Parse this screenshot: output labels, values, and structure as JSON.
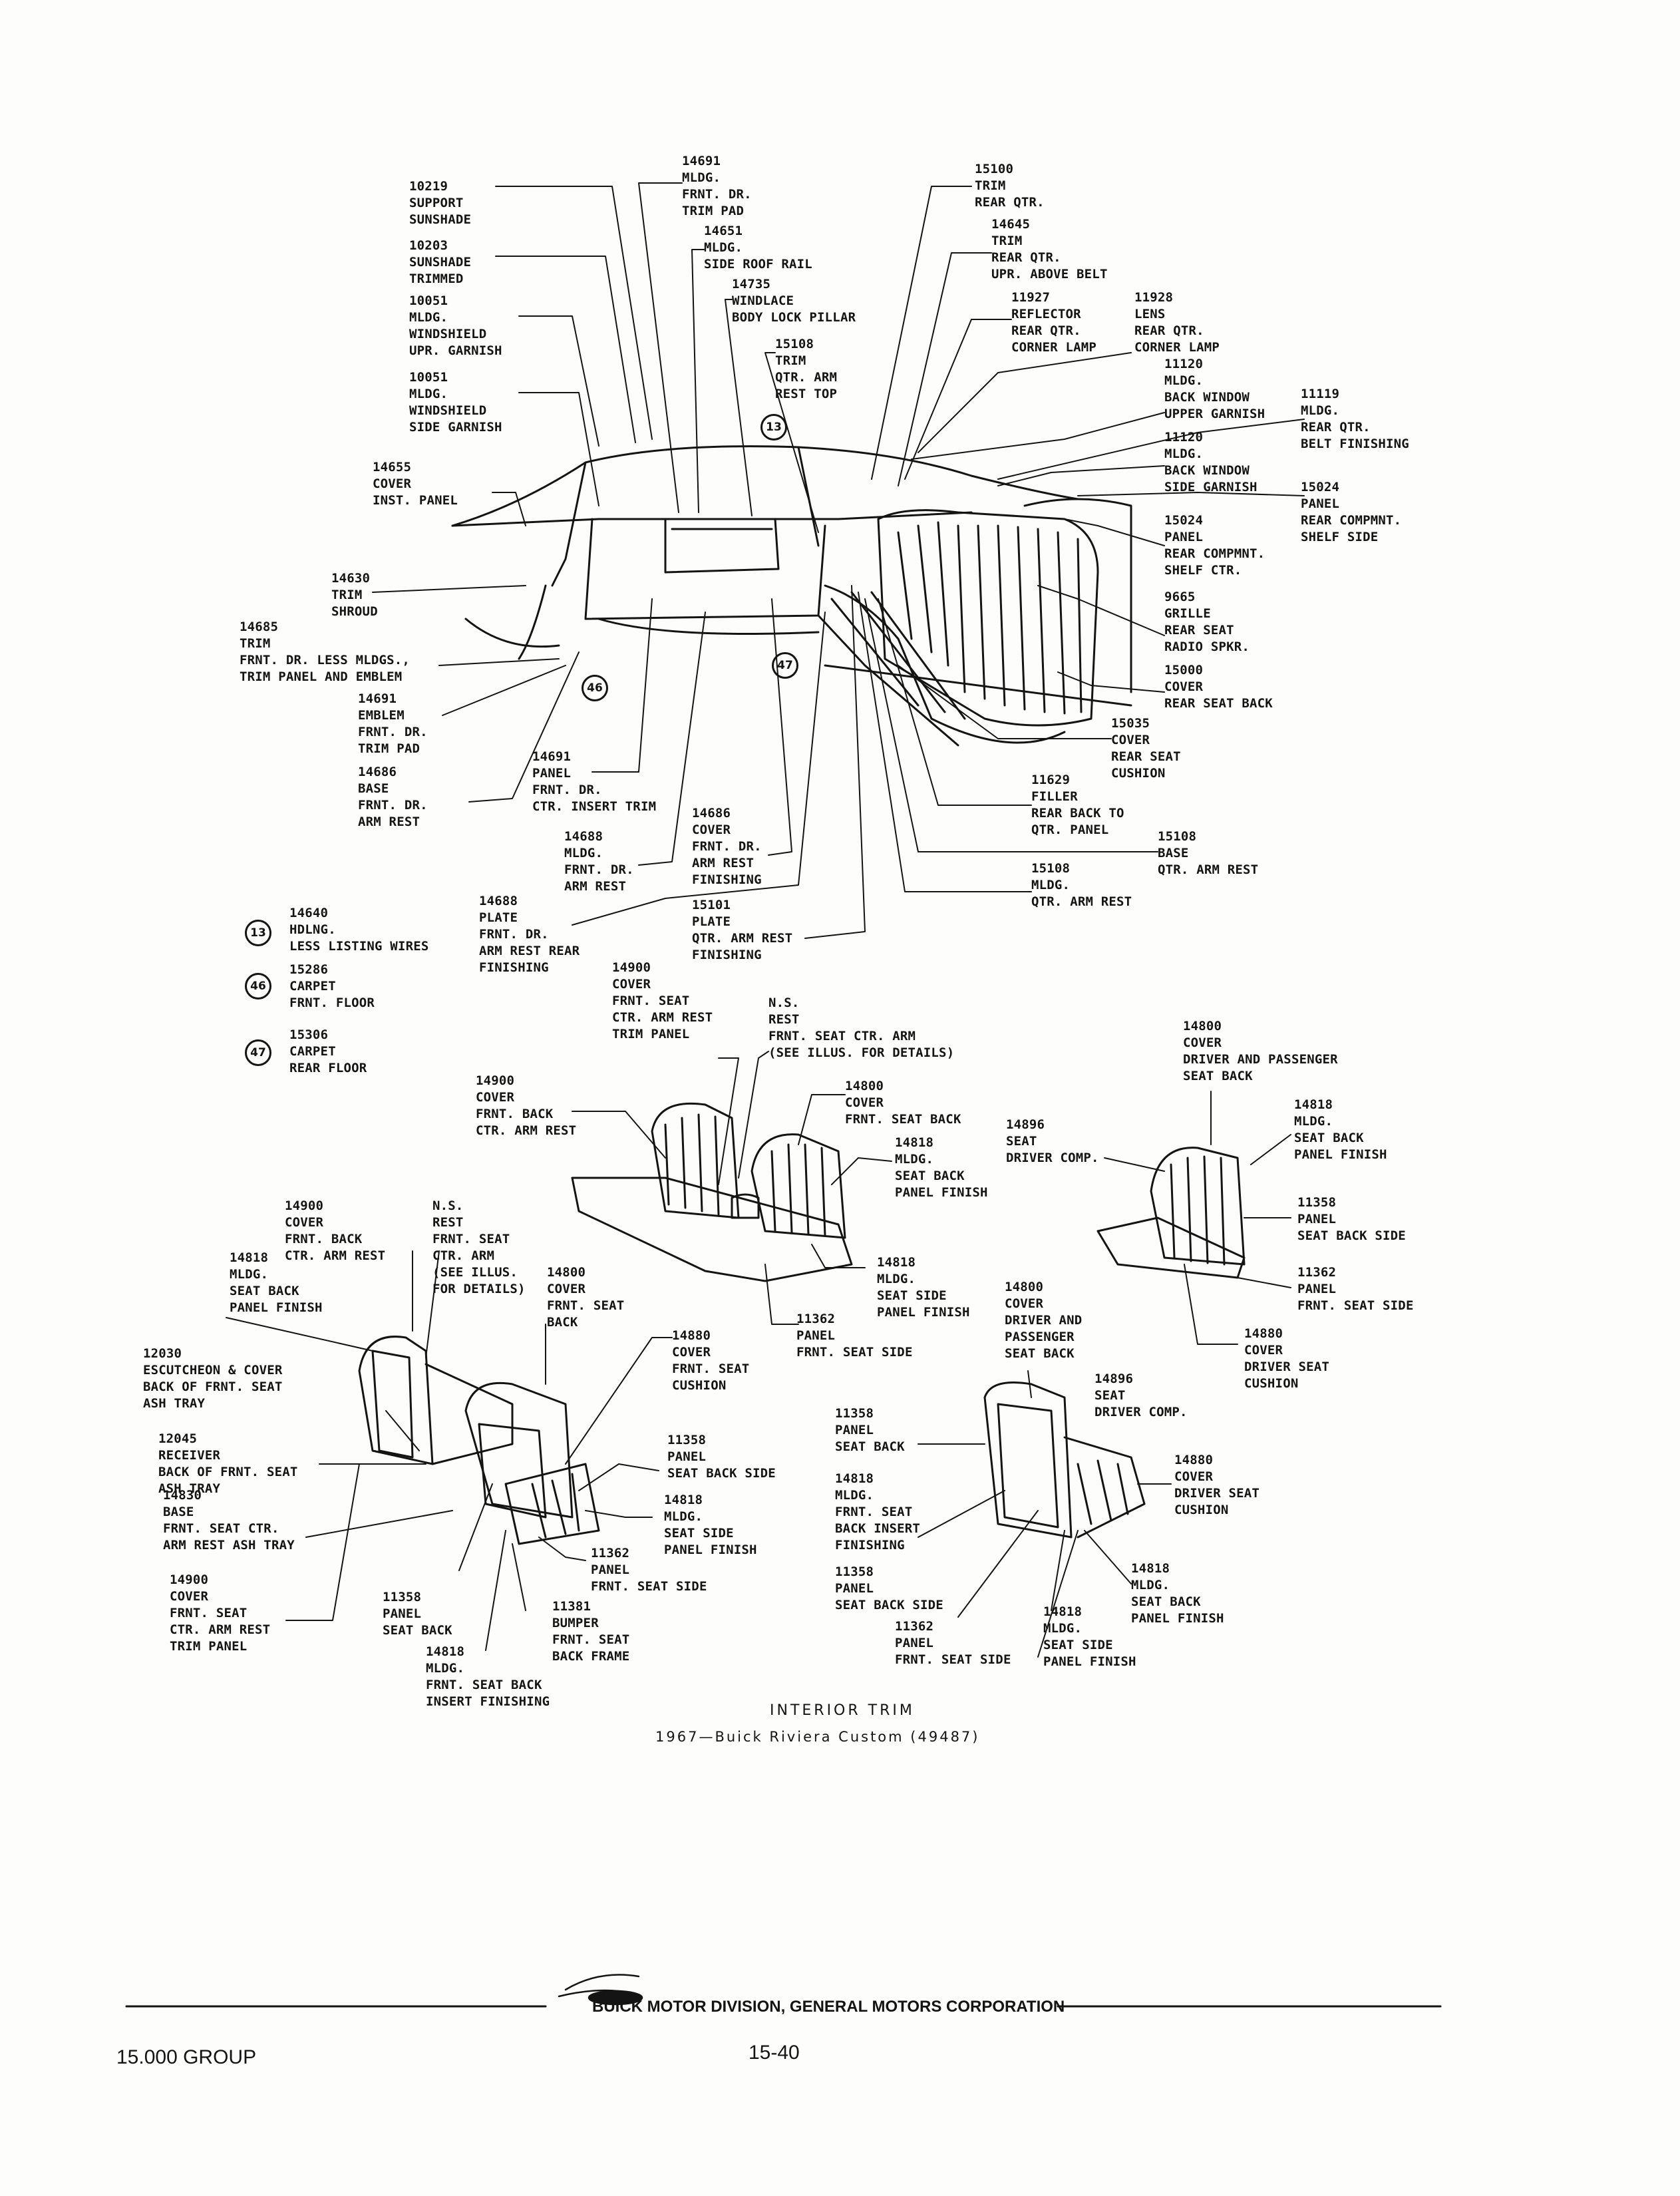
{
  "labels": [
    {
      "id": "c10219",
      "text": "10219\nSUPPORT\nSUNSHADE"
    },
    {
      "id": "c10203",
      "text": "10203\nSUNSHADE\nTRIMMED"
    },
    {
      "id": "c10051a",
      "text": "10051\nMLDG.\nWINDSHIELD\nUPR. GARNISH"
    },
    {
      "id": "c10051b",
      "text": "10051\nMLDG.\nWINDSHIELD\nSIDE GARNISH"
    },
    {
      "id": "c14655",
      "text": "14655\nCOVER\nINST. PANEL"
    },
    {
      "id": "c14691a",
      "text": "14691\nMLDG.\nFRNT. DR.\nTRIM PAD"
    },
    {
      "id": "c14651",
      "text": "14651\nMLDG.\nSIDE ROOF RAIL"
    },
    {
      "id": "c14735",
      "text": "14735\nWINDLACE\nBODY LOCK PILLAR"
    },
    {
      "id": "c15108a",
      "text": "15108\nTRIM\nQTR. ARM\nREST TOP"
    },
    {
      "id": "c15100",
      "text": "15100\nTRIM\nREAR QTR."
    },
    {
      "id": "c14645",
      "text": "14645\nTRIM\nREAR QTR.\nUPR. ABOVE BELT"
    },
    {
      "id": "c11927",
      "text": "11927\nREFLECTOR\nREAR QTR.\nCORNER LAMP"
    },
    {
      "id": "c11928",
      "text": "11928\nLENS\nREAR QTR.\nCORNER LAMP"
    },
    {
      "id": "c11120a",
      "text": "11120\nMLDG.\nBACK WINDOW\nUPPER GARNISH"
    },
    {
      "id": "c11119",
      "text": "11119\nMLDG.\nREAR QTR.\nBELT FINISHING"
    },
    {
      "id": "c11120b",
      "text": "11120\nMLDG.\nBACK WINDOW\nSIDE GARNISH"
    },
    {
      "id": "c15024a",
      "text": "15024\nPANEL\nREAR COMPMNT.\nSHELF SIDE"
    },
    {
      "id": "c15024b",
      "text": "15024\nPANEL\nREAR COMPMNT.\nSHELF CTR."
    },
    {
      "id": "c9665",
      "text": "9665\nGRILLE\nREAR SEAT\nRADIO SPKR."
    },
    {
      "id": "c15000",
      "text": "15000\nCOVER\nREAR SEAT BACK"
    },
    {
      "id": "c15035",
      "text": "15035\nCOVER\nREAR SEAT\nCUSHION"
    },
    {
      "id": "c11629",
      "text": "11629\nFILLER\nREAR BACK TO\nQTR. PANEL"
    },
    {
      "id": "c15108b",
      "text": "15108\nBASE\nQTR. ARM REST"
    },
    {
      "id": "c15108c",
      "text": "15108\nMLDG.\nQTR. ARM REST"
    },
    {
      "id": "c14630",
      "text": "14630\nTRIM\nSHROUD"
    },
    {
      "id": "c14685",
      "text": "14685\nTRIM\nFRNT. DR. LESS MLDGS.,\nTRIM PANEL AND EMBLEM"
    },
    {
      "id": "c14691b",
      "text": "14691\nEMBLEM\nFRNT. DR.\nTRIM PAD"
    },
    {
      "id": "c14686a",
      "text": "14686\nBASE\nFRNT. DR.\nARM REST"
    },
    {
      "id": "c14691c",
      "text": "14691\nPANEL\nFRNT. DR.\nCTR. INSERT TRIM"
    },
    {
      "id": "c14688a",
      "text": "14688\nMLDG.\nFRNT. DR.\nARM REST"
    },
    {
      "id": "c14686b",
      "text": "14686\nCOVER\nFRNT. DR.\nARM REST\nFINISHING"
    },
    {
      "id": "c14688b",
      "text": "14688\nPLATE\nFRNT. DR.\nARM REST REAR\nFINISHING"
    },
    {
      "id": "c15101",
      "text": "15101\nPLATE\nQTR. ARM REST\nFINISHING"
    },
    {
      "id": "c14640",
      "text": "14640\nHDLNG.\nLESS LISTING WIRES"
    },
    {
      "id": "c15286",
      "text": "15286\nCARPET\nFRNT. FLOOR"
    },
    {
      "id": "c15306",
      "text": "15306\nCARPET\nREAR FLOOR"
    },
    {
      "id": "c14900a",
      "text": "14900\nCOVER\nFRNT. SEAT\nCTR. ARM REST\nTRIM PANEL"
    },
    {
      "id": "cns1",
      "text": "N.S.\nREST\nFRNT. SEAT CTR. ARM\n(SEE ILLUS. FOR DETAILS)"
    },
    {
      "id": "c14800a",
      "text": "14800\nCOVER\nDRIVER AND PASSENGER\nSEAT BACK"
    },
    {
      "id": "c14900b",
      "text": "14900\nCOVER\nFRNT. BACK\nCTR. ARM REST"
    },
    {
      "id": "c14800b",
      "text": "14800\nCOVER\nFRNT. SEAT BACK"
    },
    {
      "id": "c14818a",
      "text": "14818\nMLDG.\nSEAT BACK\nPANEL FINISH"
    },
    {
      "id": "c14896a",
      "text": "14896\nSEAT\nDRIVER COMP."
    },
    {
      "id": "c14818b",
      "text": "14818\nMLDG.\nSEAT BACK\nPANEL FINISH"
    },
    {
      "id": "c11358a",
      "text": "11358\nPANEL\nSEAT BACK SIDE"
    },
    {
      "id": "c11362a",
      "text": "11362\nPANEL\nFRNT. SEAT SIDE"
    },
    {
      "id": "c14880a",
      "text": "14880\nCOVER\nDRIVER SEAT\nCUSHION"
    },
    {
      "id": "c14900c",
      "text": "14900\nCOVER\nFRNT. BACK\nCTR. ARM REST"
    },
    {
      "id": "cns2",
      "text": "N.S.\nREST\nFRNT. SEAT\nCTR. ARM\n(SEE ILLUS.\nFOR DETAILS)"
    },
    {
      "id": "c14818c",
      "text": "14818\nMLDG.\nSEAT BACK\nPANEL FINISH"
    },
    {
      "id": "c14800c",
      "text": "14800\nCOVER\nFRNT. SEAT\nBACK"
    },
    {
      "id": "c14818d",
      "text": "14818\nMLDG.\nSEAT SIDE\nPANEL FINISH"
    },
    {
      "id": "c14800d",
      "text": "14800\nCOVER\nDRIVER AND\nPASSENGER\nSEAT BACK"
    },
    {
      "id": "c11362b",
      "text": "11362\nPANEL\nFRNT. SEAT SIDE"
    },
    {
      "id": "c14880b",
      "text": "14880\nCOVER\nFRNT. SEAT\nCUSHION"
    },
    {
      "id": "c12030",
      "text": "12030\nESCUTCHEON & COVER\nBACK OF FRNT. SEAT\nASH TRAY"
    },
    {
      "id": "c12045",
      "text": "12045\nRECEIVER\nBACK OF FRNT. SEAT\nASH TRAY"
    },
    {
      "id": "c14830",
      "text": "14830\nBASE\nFRNT. SEAT CTR.\nARM REST ASH TRAY"
    },
    {
      "id": "c14900d",
      "text": "14900\nCOVER\nFRNT. SEAT\nCTR. ARM REST\nTRIM PANEL"
    },
    {
      "id": "c11358b",
      "text": "11358\nPANEL\nSEAT BACK"
    },
    {
      "id": "c14818e",
      "text": "14818\nMLDG.\nFRNT. SEAT BACK\nINSERT FINISHING"
    },
    {
      "id": "c11381",
      "text": "11381\nBUMPER\nFRNT. SEAT\nBACK FRAME"
    },
    {
      "id": "c11362c",
      "text": "11362\nPANEL\nFRNT. SEAT SIDE"
    },
    {
      "id": "c14818f",
      "text": "14818\nMLDG.\nSEAT SIDE\nPANEL FINISH"
    },
    {
      "id": "c11358c",
      "text": "11358\nPANEL\nSEAT BACK SIDE"
    },
    {
      "id": "c14896b",
      "text": "14896\nSEAT\nDRIVER COMP."
    },
    {
      "id": "c11358d",
      "text": "11358\nPANEL\nSEAT BACK"
    },
    {
      "id": "c14880c",
      "text": "14880\nCOVER\nDRIVER SEAT\nCUSHION"
    },
    {
      "id": "c14818g",
      "text": "14818\nMLDG.\nFRNT. SEAT\nBACK INSERT\nFINISHING"
    },
    {
      "id": "c11358e",
      "text": "11358\nPANEL\nSEAT BACK SIDE"
    },
    {
      "id": "c14818h",
      "text": "14818\nMLDG.\nSEAT BACK\nPANEL FINISH"
    },
    {
      "id": "c11362d",
      "text": "11362\nPANEL\nFRNT. SEAT SIDE"
    },
    {
      "id": "c14818i",
      "text": "14818\nMLDG.\nSEAT SIDE\nPANEL FINISH"
    }
  ],
  "refs": {
    "r13a": "13",
    "r13b": "13",
    "r46a": "46",
    "r46b": "46",
    "r47a": "47",
    "r47b": "47"
  },
  "caption": {
    "title": "INTERIOR TRIM",
    "subtitle": "1967—Buick Riviera Custom (49487)"
  },
  "footer": {
    "division": "BUICK MOTOR DIVISION, GENERAL MOTORS CORPORATION",
    "group": "15.000 GROUP",
    "page": "15-40"
  }
}
